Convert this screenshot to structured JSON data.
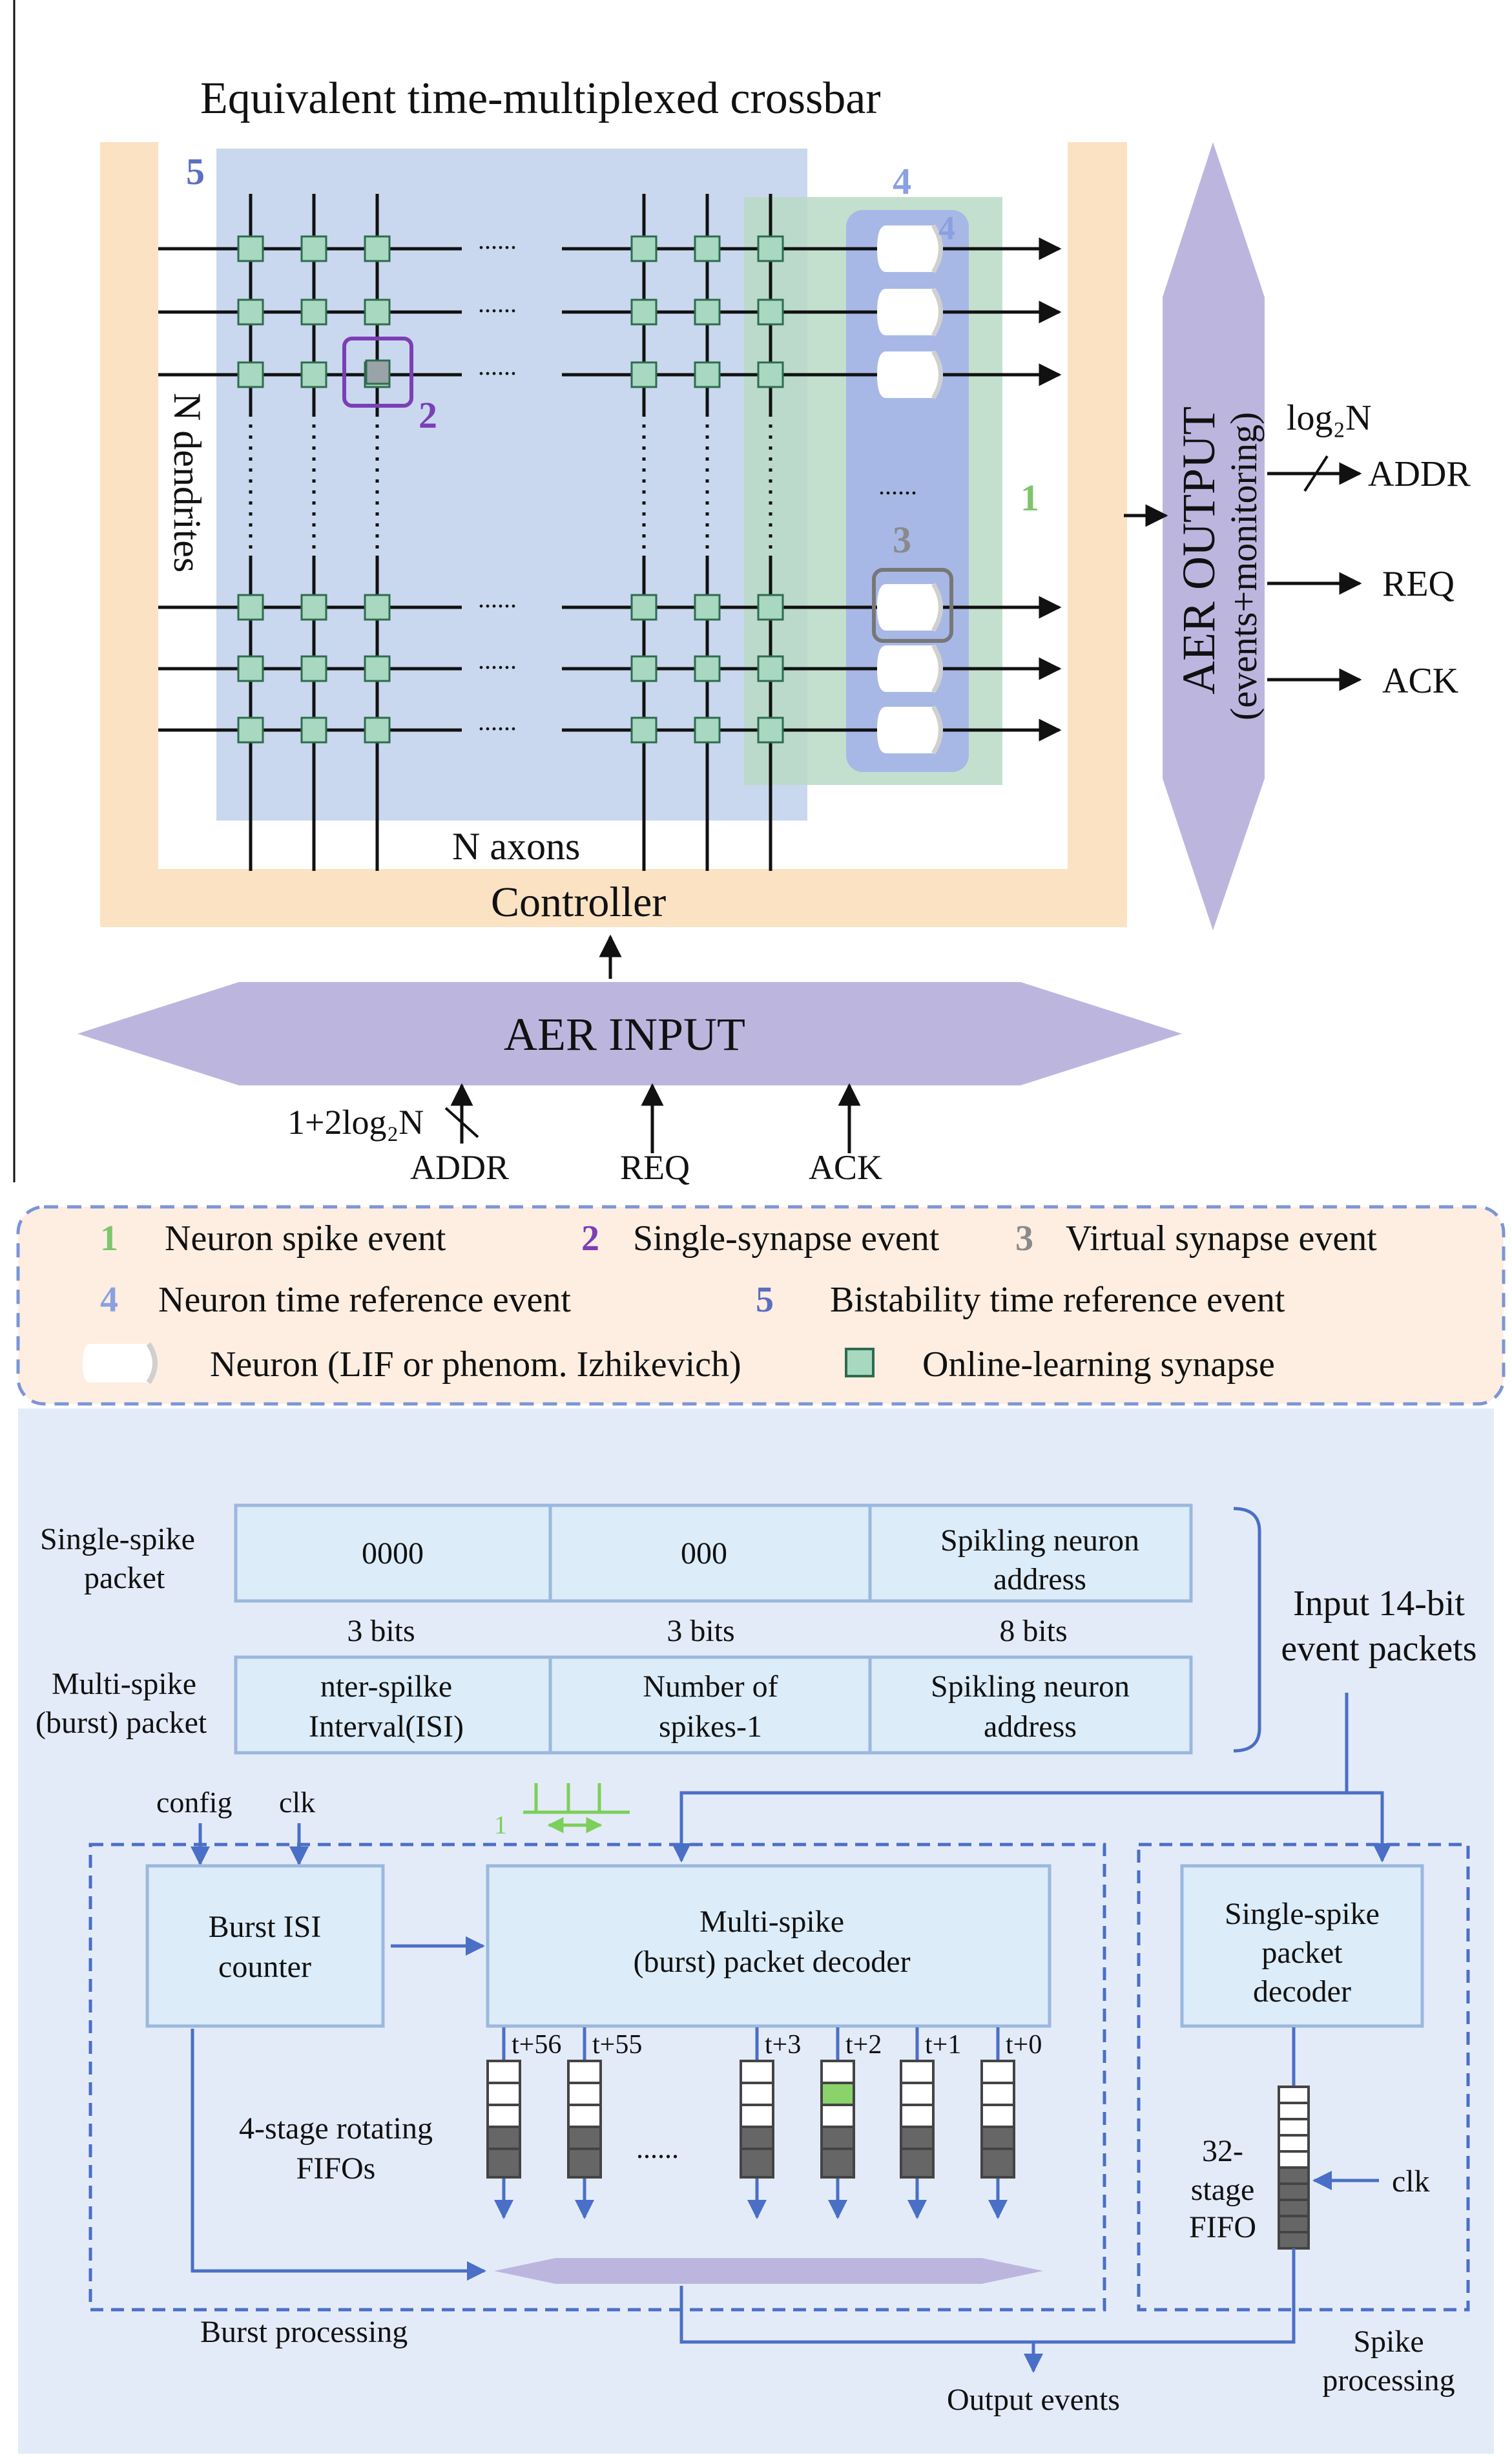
{
  "top": {
    "title": "Equivalent time-multiplexed crossbar",
    "n_dendrites": "N dendrites",
    "n_axons": "N axons",
    "controller": "Controller",
    "dots": "......",
    "aer_output": "AER OUTPUT",
    "aer_output_sub": "(events+monitoring)",
    "aer_input": "AER INPUT",
    "out_log2n": "log₂N",
    "out_addr": "ADDR",
    "out_req": "REQ",
    "out_ack": "ACK",
    "in_width": "1+2log₂N",
    "in_addr": "ADDR",
    "in_req": "REQ",
    "in_ack": "ACK",
    "num1": "1",
    "num2": "2",
    "num3": "3",
    "num4": "4",
    "num4b": "4",
    "num5": "5"
  },
  "legend": {
    "n1": "1",
    "t1": "Neuron spike event",
    "n2": "2",
    "t2": "Single-synapse event",
    "n3": "3",
    "t3": "Virtual synapse event",
    "n4": "4",
    "t4": "Neuron time reference event",
    "n5": "5",
    "t5": "Bistability time reference event",
    "neuron": "Neuron (LIF or phenom. Izhikevich)",
    "synapse": "Online-learning synapse"
  },
  "packets": {
    "single_label_1": "Single-spike",
    "single_label_2": "packet",
    "multi_label_1": "Multi-spike",
    "multi_label_2": "(burst) packet",
    "s_c1": "0000",
    "s_c2": "000",
    "s_c3_1": "Spikling neuron",
    "s_c3_2": "address",
    "bits1": "3 bits",
    "bits2": "3 bits",
    "bits3": "8 bits",
    "m_c1_1": "nter-spilke",
    "m_c1_2": "Interval(ISI)",
    "m_c2_1": "Number of",
    "m_c2_2": "spikes-1",
    "m_c3_1": "Spikling neuron",
    "m_c3_2": "address",
    "input_1": "Input 14-bit",
    "input_2": "event packets"
  },
  "burst": {
    "config": "config",
    "clk": "clk",
    "isi_1": "Burst ISI",
    "isi_2": "counter",
    "dec_1": "Multi-spike",
    "dec_2": "(burst) packet decoder",
    "fifo_1": "4-stage rotating",
    "fifo_2": "FIFOs",
    "dots": "......",
    "small1": "1",
    "label": "Burst processing",
    "taps": [
      "t+56",
      "t+55",
      "t+3",
      "t+2",
      "t+1",
      "t+0"
    ]
  },
  "spike": {
    "dec_1": "Single-spike",
    "dec_2": "packet",
    "dec_3": "decoder",
    "fifo_1": "32-",
    "fifo_2": "stage",
    "fifo_3": "FIFO",
    "clk": "clk",
    "label_1": "Spike",
    "label_2": "processing"
  },
  "output_events": "Output events",
  "colors": {
    "orange_frame": "#fbe2c3",
    "crossbar_blue": "#c9d8ee",
    "neuron_column": "#a8b8e6",
    "green_overlay": "#b8dbc6",
    "aer_purple": "#bcb6df",
    "synapse_green": "#a8d8c0",
    "legend_bg": "#fdeee1",
    "lower_bg": "#e4ebf8",
    "box_fill": "#dcecf8",
    "box_stroke": "#9bb8dd",
    "arrow_blue": "#4a6fc6",
    "accent_green": "#7ccf5a",
    "num_green": "#7ec56e",
    "num_purple": "#7b3fb5",
    "num_gray": "#8a8a8a",
    "num_blue": "#5c6fc0"
  }
}
